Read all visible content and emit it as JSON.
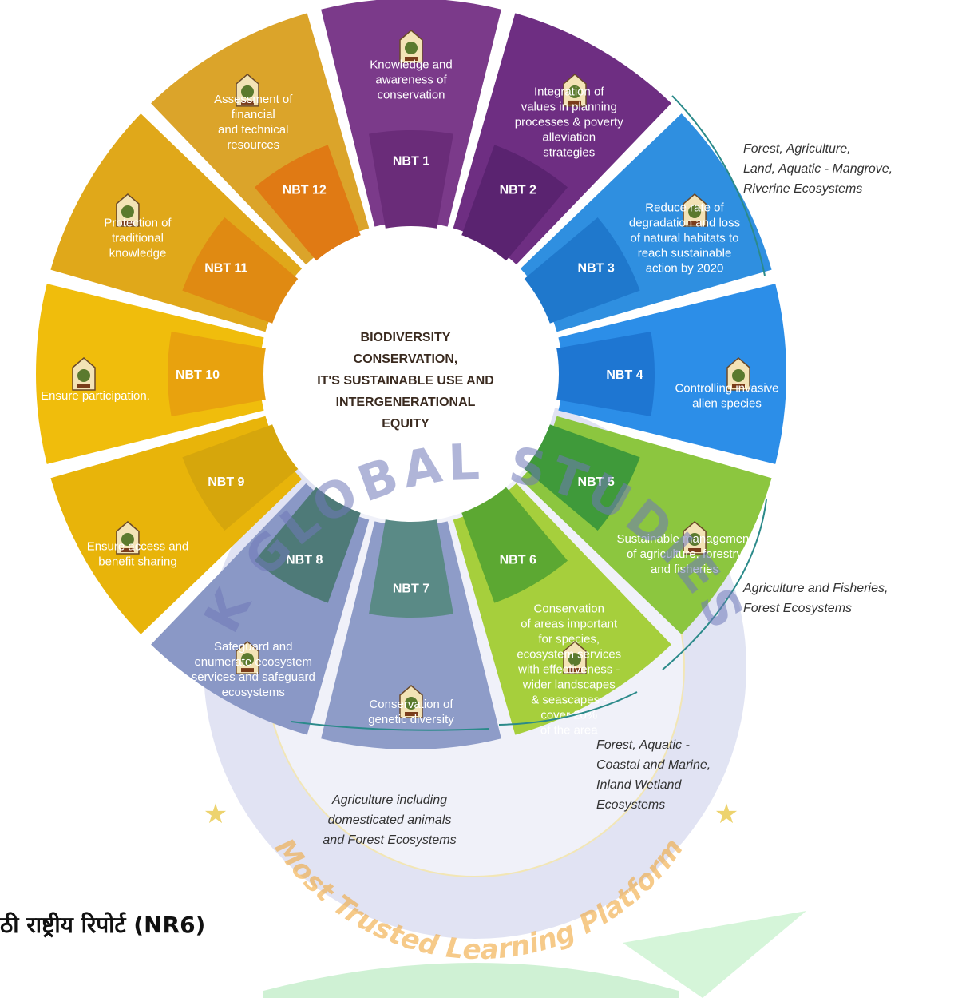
{
  "center": {
    "lines": [
      "BIODIVERSITY",
      "CONSERVATION,",
      "IT'S SUSTAINABLE USE AND",
      "INTERGENERATIONAL",
      "EQUITY"
    ]
  },
  "segments": [
    {
      "code": "NBT 1",
      "lines": [
        "Knowledge and",
        "awareness of",
        "conservation"
      ],
      "color": "#7b3a8a",
      "tab": "#6a2c79",
      "icon": "1"
    },
    {
      "code": "NBT 2",
      "lines": [
        "Integration of",
        "values in planning",
        "processes & poverty",
        "alleviation",
        "strategies"
      ],
      "color": "#6e2e82",
      "tab": "#5a2370",
      "icon": "2"
    },
    {
      "code": "NBT 3",
      "lines": [
        "Reduce rate of",
        "degradation and loss",
        "of natural habitats to",
        "reach sustainable",
        "action by 2020"
      ],
      "color": "#2f8fe0",
      "tab": "#1f78cc",
      "icon": "3"
    },
    {
      "code": "NBT 4",
      "lines": [
        "Controlling invasive",
        "alien species"
      ],
      "color": "#2c8ee8",
      "tab": "#1e76d2",
      "icon": "4"
    },
    {
      "code": "NBT 5",
      "lines": [
        "Sustainable management",
        "of agriculture, forestry",
        "and fisheries"
      ],
      "color": "#8cc63f",
      "tab": "#3f9a3a",
      "icon": "5"
    },
    {
      "code": "NBT 6",
      "lines": [
        "Conservation",
        "of areas important",
        "for species,",
        "ecosystem services",
        "with effectiveness -",
        "wider landscapes",
        "& seascapes -",
        "cover 20%",
        "of the area"
      ],
      "color": "#a6cf3c",
      "tab": "#5ca832",
      "icon": "6"
    },
    {
      "code": "NBT 7",
      "lines": [
        "Conservation of",
        "genetic diversity"
      ],
      "color": "#8e9cc8",
      "tab": "#5a8a86",
      "icon": "7"
    },
    {
      "code": "NBT 8",
      "lines": [
        "Safeguard and",
        "enumerate ecosystem",
        "services and safeguard",
        "ecosystems"
      ],
      "color": "#8a98c6",
      "tab": "#4e7a78",
      "icon": "8"
    },
    {
      "code": "NBT 9",
      "lines": [
        "Ensure access and",
        "benefit sharing"
      ],
      "color": "#e8b40a",
      "tab": "#d6a60c",
      "icon": "9"
    },
    {
      "code": "NBT 10",
      "lines": [
        "Ensure participation."
      ],
      "color": "#f0bd0c",
      "tab": "#e8a20e",
      "icon": "10"
    },
    {
      "code": "NBT 11",
      "lines": [
        "Protection of",
        "traditional",
        "knowledge"
      ],
      "color": "#e0a81a",
      "tab": "#e08a12",
      "icon": "11"
    },
    {
      "code": "NBT 12",
      "lines": [
        "Assessment of",
        "financial",
        "and technical",
        "resources"
      ],
      "color": "#dba42a",
      "tab": "#e07a14",
      "icon": "12"
    }
  ],
  "ecosystems": [
    {
      "lines": [
        "Forest, Agriculture,",
        "Land, Aquatic - Mangrove,",
        "Riverine Ecosystems"
      ]
    },
    {
      "lines": [
        "Agriculture and Fisheries,",
        "Forest Ecosystems"
      ]
    },
    {
      "lines": [
        "Forest, Aquatic -",
        "Coastal and Marine,",
        "Inland Wetland",
        "Ecosystems"
      ]
    },
    {
      "lines": [
        "Agriculture including",
        "domesticated animals",
        "and Forest Ecosystems"
      ]
    }
  ],
  "watermark": {
    "arc_text": "K GLOBAL STUDIES",
    "tagline": "Most Trusted Learning Platform",
    "star": "★"
  },
  "caption": "ठी राष्ट्रीय रिपोर्ट (NR6)"
}
